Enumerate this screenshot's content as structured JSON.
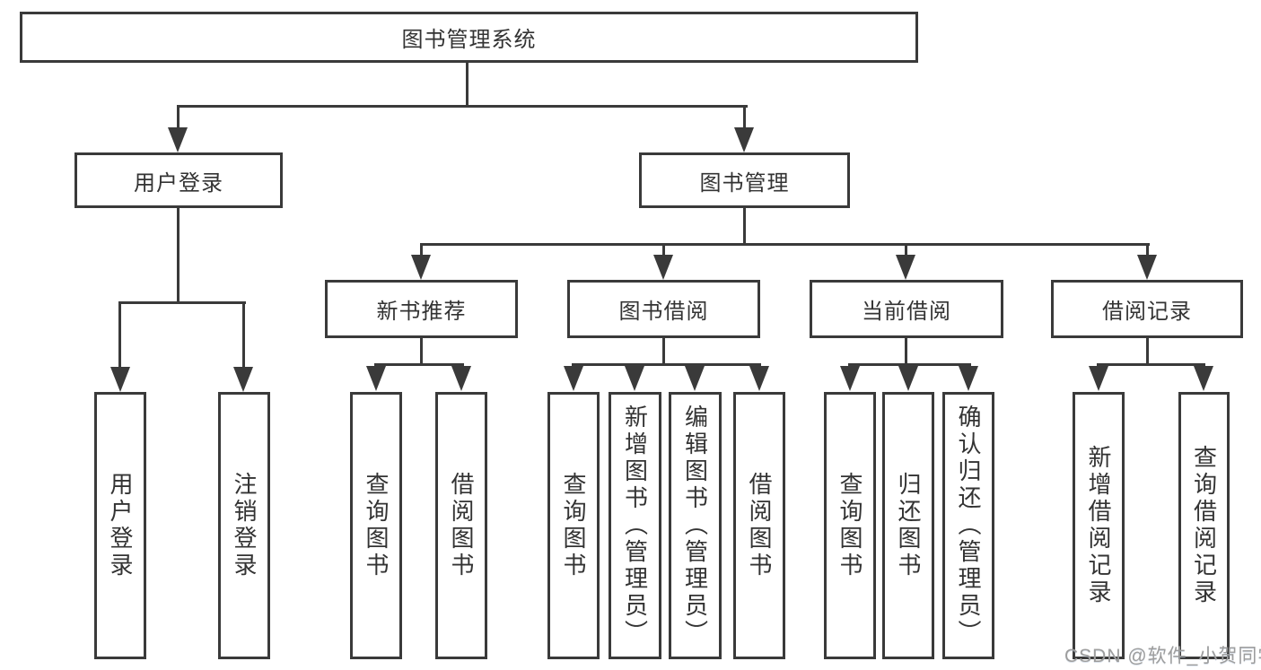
{
  "colors": {
    "line": "#3a3a3a",
    "box_border": "#3a3a3a",
    "text": "#333333",
    "watermark_text": "#9d9d9d",
    "background": "#ffffff"
  },
  "nodes": {
    "root": "图书管理系统",
    "user_login": "用户登录",
    "book_management": "图书管理",
    "new_book_recommend": "新书推荐",
    "book_borrow": "图书借阅",
    "current_borrow": "当前借阅",
    "borrow_record": "借阅记录",
    "leaf_user_login": "用户登录",
    "leaf_logout": "注销登录",
    "leaf_recommend_query_book": "查询图书",
    "leaf_recommend_borrow_book": "借阅图书",
    "leaf_borrow_query_book": "查询图书",
    "leaf_borrow_add_book": "新增图书（管理员）",
    "leaf_borrow_edit_book": "编辑图书（管理员）",
    "leaf_borrow_borrow_book": "借阅图书",
    "leaf_current_query_book": "查询图书",
    "leaf_current_return_book": "归还图书",
    "leaf_current_confirm_return": "确认归还（管理员）",
    "leaf_record_add": "新增借阅记录",
    "leaf_record_query": "查询借阅记录"
  },
  "watermark": "CSDN @软件_小贺同学"
}
